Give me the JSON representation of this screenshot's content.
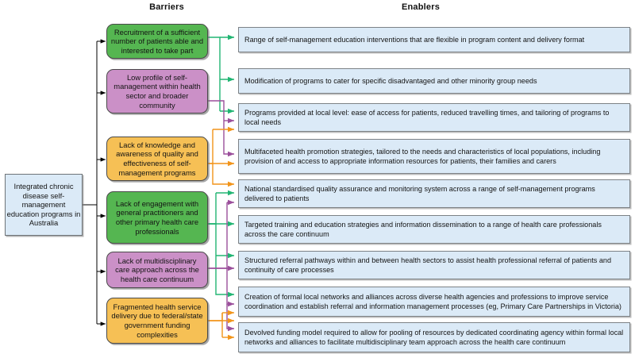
{
  "headers": {
    "barriers": "Barriers",
    "enablers": "Enablers"
  },
  "colors": {
    "green": "#55b651",
    "purple": "#cb90c7",
    "orange": "#f6c055",
    "box_blue": "#dbeaf7",
    "black": "#000000"
  },
  "root": {
    "label": "Integrated chronic disease self-management education programs in Australia"
  },
  "barriers": [
    {
      "id": "b1",
      "color": "green",
      "label": "Recruitment of a sufficient number of patients able and interested to take part"
    },
    {
      "id": "b2",
      "color": "purple",
      "label": "Low profile of self-management within health sector and broader community"
    },
    {
      "id": "b3",
      "color": "orange",
      "label": "Lack of knowledge and awareness of quality and effectiveness of self-management programs"
    },
    {
      "id": "b4",
      "color": "green",
      "label": "Lack of engagement with general practitioners and other primary health care professionals"
    },
    {
      "id": "b5",
      "color": "purple",
      "label": "Lack of multidisciplinary care approach across the health care continuum"
    },
    {
      "id": "b6",
      "color": "orange",
      "label": "Fragmented health service delivery due to federal/state government funding complexities"
    }
  ],
  "enablers": [
    {
      "id": "e1",
      "label": "Range of self-management education interventions that are flexible in program content and delivery format",
      "inbound": [
        "green"
      ]
    },
    {
      "id": "e2",
      "label": "Modification of programs to cater for specific disadvantaged and other minority group needs",
      "inbound": [
        "green"
      ]
    },
    {
      "id": "e3",
      "label": "Programs provided at local level: ease of access for patients, reduced travelling times, and tailoring of programs to local needs",
      "inbound": [
        "green",
        "purple",
        "orange"
      ]
    },
    {
      "id": "e4",
      "label": "Multifaceted health promotion strategies, tailored to the needs and characteristics of local populations, including provision of and access to appropriate information resources for patients, their families and carers",
      "inbound": [
        "purple",
        "orange"
      ]
    },
    {
      "id": "e5",
      "label": "National standardised quality assurance and monitoring system across a range of self-management programs delivered to patients",
      "inbound": [
        "orange",
        "green"
      ]
    },
    {
      "id": "e6",
      "label": "Targeted training and education strategies and information dissemination to a range of health care professionals across the care continuum",
      "inbound": [
        "purple",
        "green"
      ]
    },
    {
      "id": "e7",
      "label": "Structured referral pathways within and between health sectors to assist health professional referral of patients and continuity of care processes",
      "inbound": [
        "green",
        "purple"
      ]
    },
    {
      "id": "e8",
      "label": "Creation of formal local networks and alliances across diverse health agencies and professions to improve service coordination and establish referral and information management processes (eg, Primary Care Partnerships in Victoria)",
      "inbound": [
        "green",
        "purple",
        "orange"
      ]
    },
    {
      "id": "e9",
      "label": "Devolved funding model required to allow for pooling of resources by dedicated coordinating agency within formal local networks and alliances to facilitate multidisciplinary team approach across the health care continuum",
      "inbound": [
        "purple",
        "orange"
      ]
    }
  ]
}
